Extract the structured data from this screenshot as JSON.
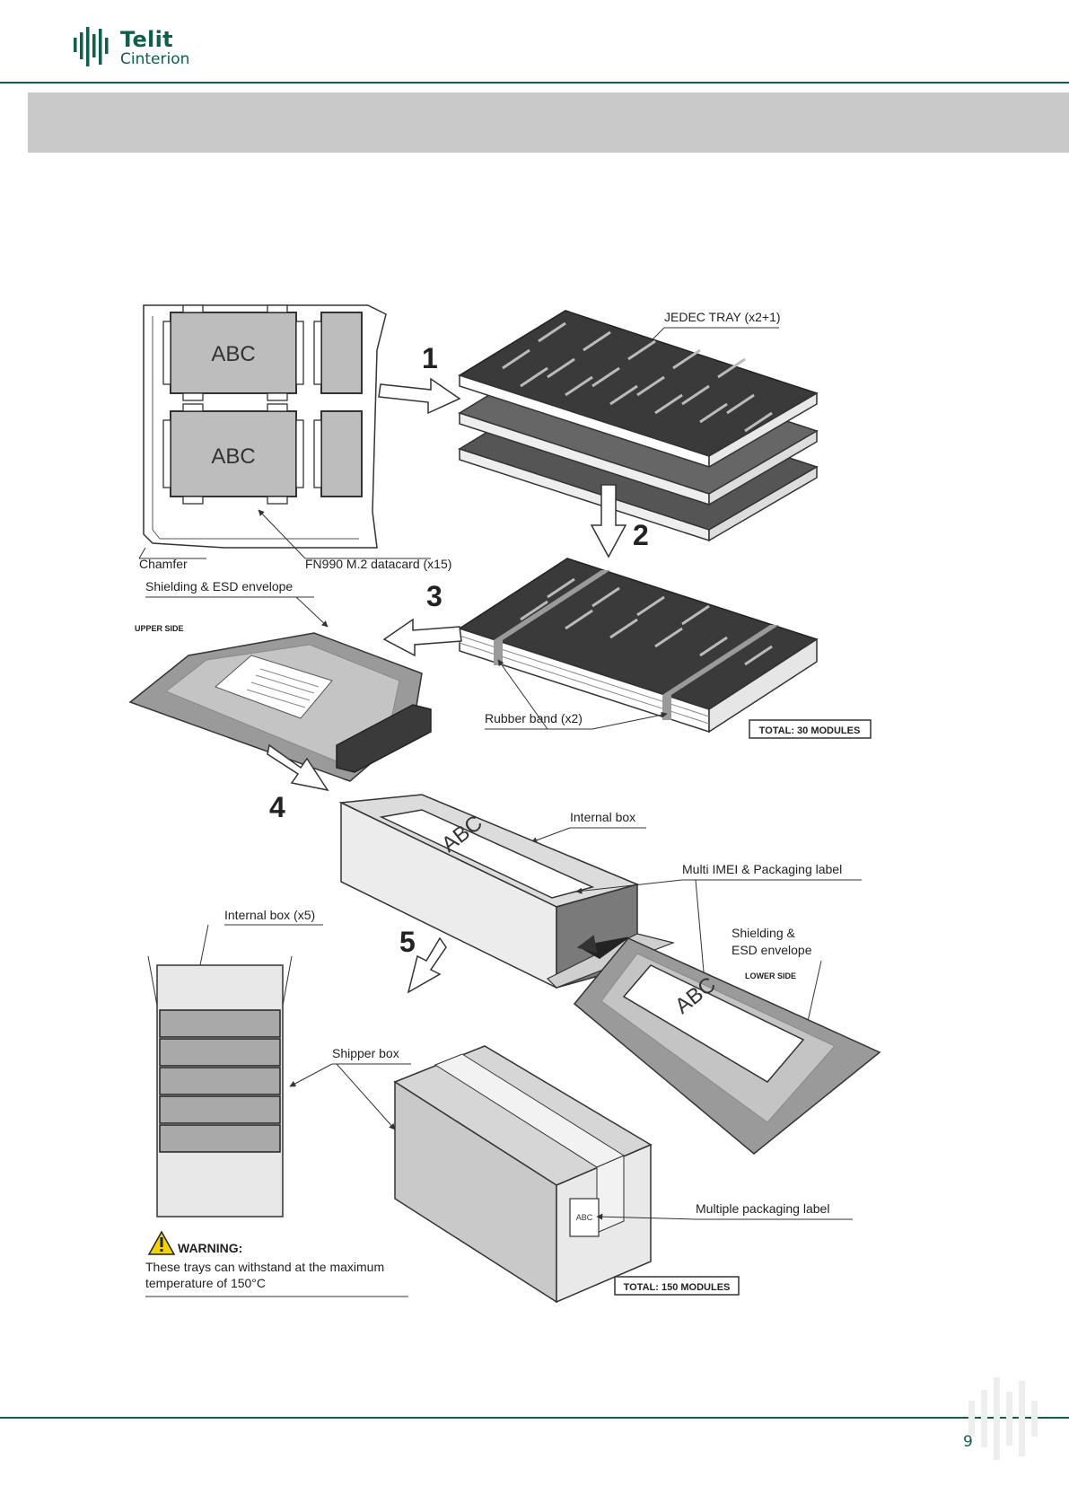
{
  "brand": {
    "name_line1": "Telit",
    "name_line2": "Cinterion",
    "accent": "#0f5f4c"
  },
  "footer": {
    "page_number": "9"
  },
  "figure": {
    "step1": "1",
    "step2": "2",
    "step3": "3",
    "step4": "4",
    "step5": "5",
    "abc": "ABC",
    "jedec_tray": "JEDEC TRAY (x2+1)",
    "chamfer": "Chamfer",
    "datacard": "FN990 M.2 datacard (x15)",
    "shielding_top": "Shielding & ESD envelope",
    "upper_side": "UPPER SIDE",
    "rubber_band": "Rubber band (x2)",
    "total_30": "TOTAL: 30 MODULES",
    "internal_box": "Internal box",
    "multi_imei_label": "Multi IMEI & Packaging label",
    "shielding_line1": "Shielding &",
    "shielding_line2": "ESD envelope",
    "lower_side": "LOWER SIDE",
    "internal_box_x5": "Internal box (x5)",
    "shipper_box": "Shipper box",
    "multiple_packaging_label": "Multiple packaging label",
    "warning_title": "WARNING:",
    "warning_line1": "These trays can withstand at the maximum",
    "warning_line2": "temperature of 150°C",
    "total_150": "TOTAL: 150 MODULES",
    "small_label": "ABC"
  }
}
